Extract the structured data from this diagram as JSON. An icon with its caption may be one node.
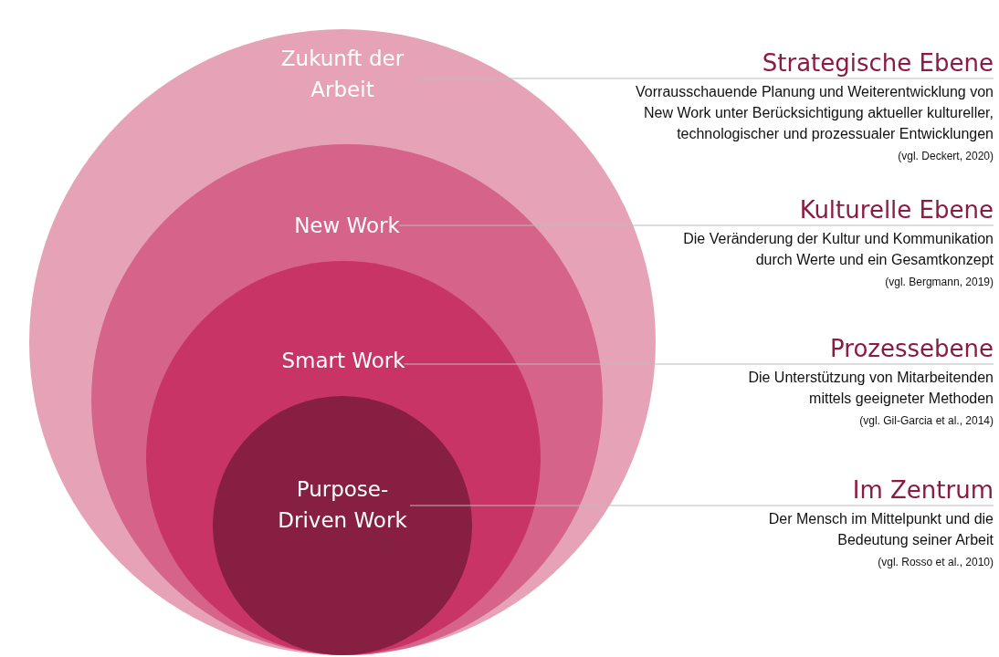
{
  "diagram": {
    "nodes": [
      {
        "text": [
          "Zukunft der Arbeit"
        ]
      },
      {
        "text": [
          "New Work"
        ],
        "in": 0
      },
      {
        "text": [
          "Smart Work"
        ],
        "in": 1
      },
      {
        "text": [
          "Purpose-Driven Work"
        ],
        "in": 2
      },
      {
        "text": [
          "Strategische Ebene",
          "Vorrausschauende Planung und Weiterentwicklung von New Work unter Berücksichtigung aktueller kultureller, technologischer und prozessualer Entwicklungen",
          "(vgl. Deckert, 2020)"
        ]
      },
      {
        "text": [
          "Kulturelle Ebene",
          "Die Veränderung der Kultur und Kommunikation durch Werte und ein Gesamtkonzept",
          "(vgl. Bergmann, 2019)"
        ]
      },
      {
        "text": [
          "Prozessebene",
          "Die Unterstützung von Mitarbeitenden mittels geeigneter Methoden",
          "(vgl. Gil-Garcia et al., 2014)"
        ]
      },
      {
        "text": [
          "Im Zentrum",
          "Der Mensch im Mittelpunkt und die Bedeutung seiner Arbeit",
          "(vgl. Rosso et al., 2010)"
        ]
      }
    ],
    "edges": [
      {
        "from": 0,
        "to": 4,
        "arrow": "none"
      },
      {
        "from": 1,
        "to": 5,
        "arrow": "none"
      },
      {
        "from": 2,
        "to": 6,
        "arrow": "none"
      },
      {
        "from": 3,
        "to": 7,
        "arrow": "none"
      }
    ]
  }
}
